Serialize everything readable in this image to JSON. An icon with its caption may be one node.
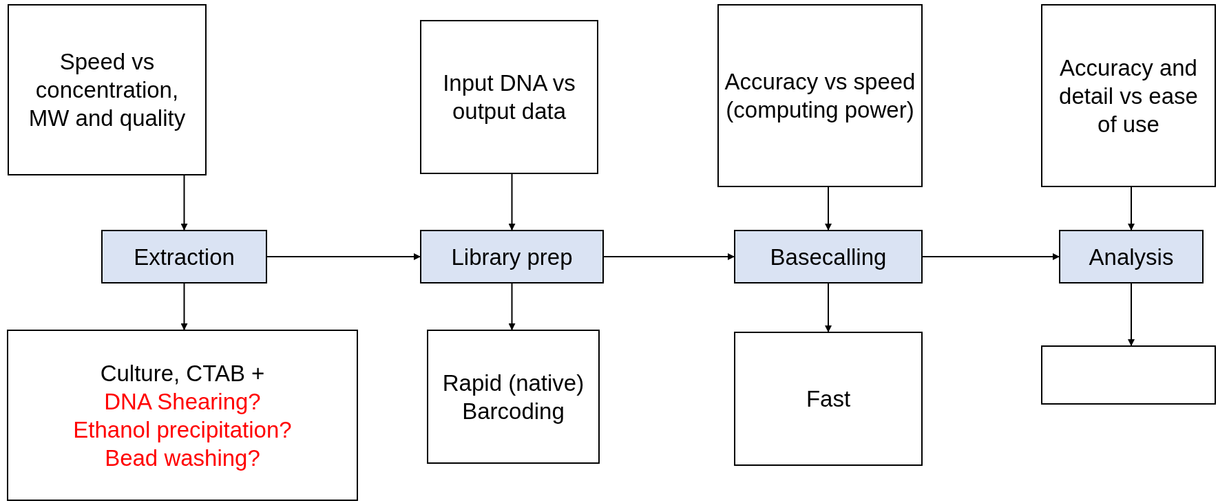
{
  "diagram": {
    "nodes": [
      {
        "text": [
          "Speed vs concentration, MW and quality"
        ]
      },
      {
        "text": [
          "Input DNA vs output data"
        ]
      },
      {
        "text": [
          "Accuracy vs speed (computing power)"
        ]
      },
      {
        "text": [
          "Accuracy and detail vs ease of use"
        ]
      },
      {
        "text": [
          "Extraction"
        ]
      },
      {
        "text": [
          "Library prep"
        ]
      },
      {
        "text": [
          "Basecalling"
        ]
      },
      {
        "text": [
          "Analysis"
        ]
      },
      {
        "text": [
          "Culture, CTAB +",
          "DNA Shearing?",
          "Ethanol precipitation?",
          "Bead washing?"
        ]
      },
      {
        "text": [
          "Rapid (native) Barcoding"
        ]
      },
      {
        "text": [
          "Fast"
        ]
      },
      {
        "text": [],
        "shape": "box"
      }
    ],
    "edges": [
      {
        "from": 0,
        "to": 4,
        "arrow": "to"
      },
      {
        "from": 1,
        "to": 5,
        "arrow": "to"
      },
      {
        "from": 2,
        "to": 6,
        "arrow": "to"
      },
      {
        "from": 3,
        "to": 7,
        "arrow": "to"
      },
      {
        "from": 4,
        "to": 5,
        "arrow": "to"
      },
      {
        "from": 5,
        "to": 6,
        "arrow": "to"
      },
      {
        "from": 6,
        "to": 7,
        "arrow": "to"
      },
      {
        "from": 4,
        "to": 8,
        "arrow": "to"
      },
      {
        "from": 5,
        "to": 9,
        "arrow": "to"
      },
      {
        "from": 6,
        "to": 10,
        "arrow": "to"
      },
      {
        "from": 7,
        "to": 11,
        "arrow": "to"
      }
    ]
  }
}
